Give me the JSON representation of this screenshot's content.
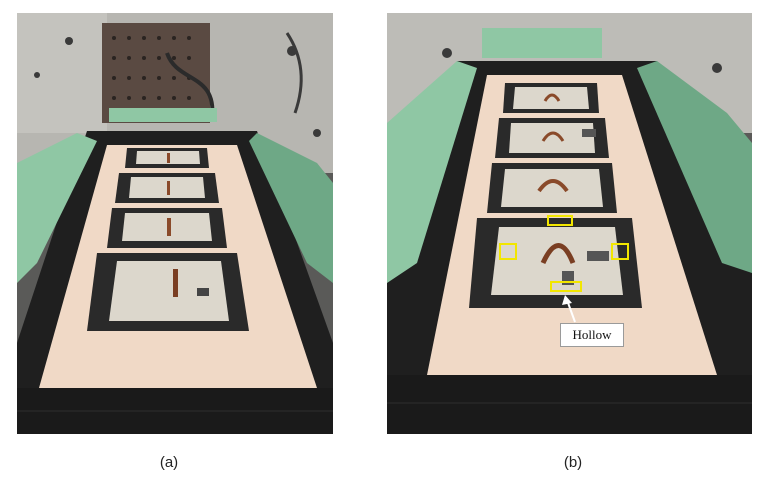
{
  "figure": {
    "panels": [
      {
        "id": "a",
        "caption": "(a)"
      },
      {
        "id": "b",
        "caption": "(b)",
        "callout_label": "Hollow"
      }
    ],
    "colors": {
      "marker_box": "#f2e600",
      "foam_green": "#8fc7a4",
      "foam_black": "#1e1e1e",
      "sand_bed": "#f0d9c6",
      "wall": "#b9b9b5"
    }
  }
}
